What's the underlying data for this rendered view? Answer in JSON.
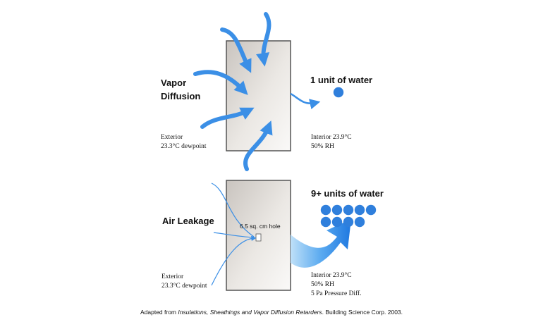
{
  "vapor": {
    "heading_line1": "Vapor",
    "heading_line2": "Diffusion",
    "exterior_line1": "Exterior",
    "exterior_line2": "23.3°C dewpoint",
    "result": "1 unit of water",
    "units": 1,
    "interior_line1": "Interior 23.9°C",
    "interior_line2": "50% RH"
  },
  "air": {
    "heading": "Air Leakage",
    "hole": "6.5 sq. cm hole",
    "exterior_line1": "Exterior",
    "exterior_line2": "23.3°C dewpoint",
    "result": "9+ units of water",
    "units": 9,
    "interior_line1": "Interior 23.9°C",
    "interior_line2": "50% RH",
    "interior_line3": "5 Pa Pressure Diff."
  },
  "caption": {
    "prefix": "Adapted from ",
    "title": "Insulations, Sheathings and Vapor Diffusion Retarders",
    "suffix": ". Building Science Corp. 2003."
  },
  "colors": {
    "arrow": "#3b8fe6",
    "water": "#2f7fdc"
  }
}
